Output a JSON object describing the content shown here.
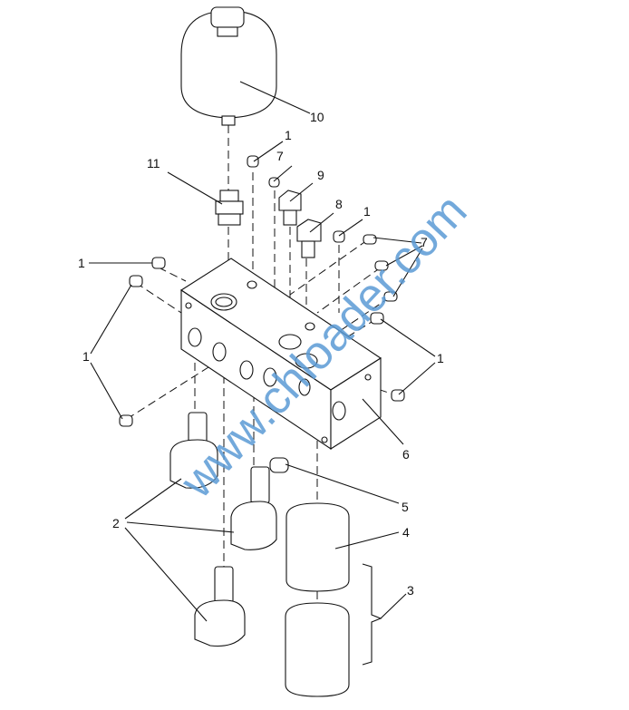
{
  "diagram": {
    "labels": {
      "accumulator": "10",
      "plug_top": "1",
      "fitting_top": "7",
      "valve_9": "9",
      "valve_8": "8",
      "plug_mid": "1",
      "adapter": "11",
      "plug_left_top": "1",
      "plug_left": "1",
      "fittings_right": "7",
      "plugs_right": "1",
      "block": "6",
      "plug_5": "5",
      "filter": "4",
      "filter_group": "3",
      "solenoid_valves": "2"
    },
    "watermark": "www.chloader.com"
  }
}
